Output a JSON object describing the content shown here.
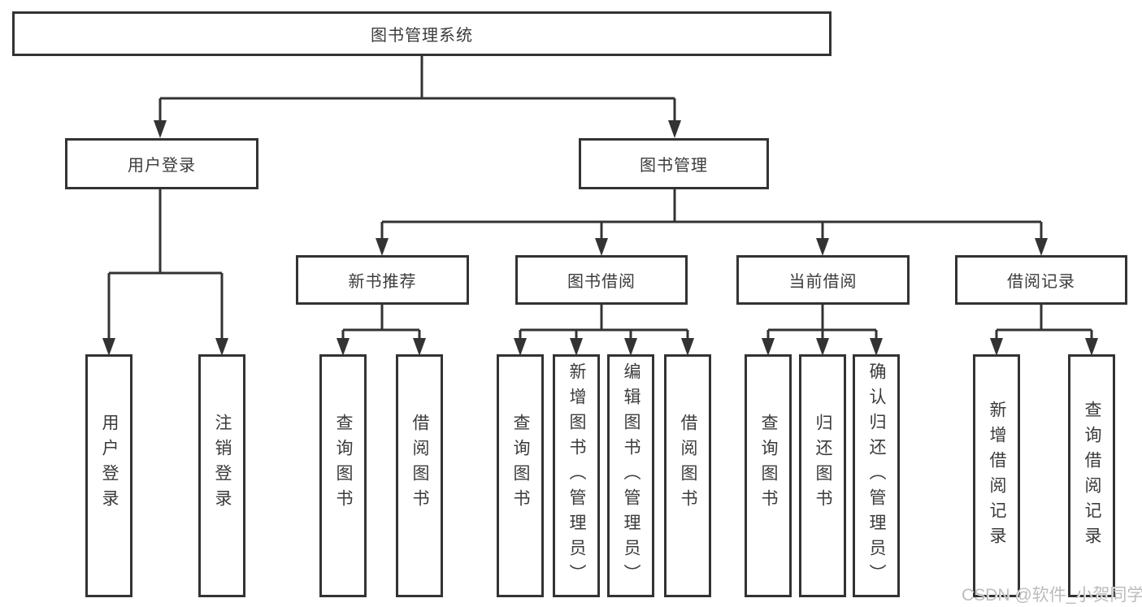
{
  "diagram": {
    "title": "图书管理系统",
    "nodes": {
      "root": {
        "label": "图书管理系统"
      },
      "user_login": {
        "label": "用户登录"
      },
      "book_mgmt": {
        "label": "图书管理"
      },
      "new_book_rec": {
        "label": "新书推荐"
      },
      "book_borrow": {
        "label": "图书借阅"
      },
      "current_borrow": {
        "label": "当前借阅"
      },
      "borrow_records": {
        "label": "借阅记录"
      },
      "leaf_user_login": {
        "label": "用户登录"
      },
      "leaf_logout": {
        "label": "注销登录"
      },
      "leaf_query_book_1": {
        "label": "查询图书"
      },
      "leaf_borrow_book_1": {
        "label": "借阅图书"
      },
      "leaf_query_book_2": {
        "label": "查询图书"
      },
      "leaf_add_book": {
        "label": "新增图书（管理员）"
      },
      "leaf_edit_book": {
        "label": "编辑图书（管理员）"
      },
      "leaf_borrow_book_2": {
        "label": "借阅图书"
      },
      "leaf_query_book_3": {
        "label": "查询图书"
      },
      "leaf_return_book": {
        "label": "归还图书"
      },
      "leaf_confirm_return": {
        "label": "确认归还（管理员）"
      },
      "leaf_add_record": {
        "label": "新增借阅记录"
      },
      "leaf_query_record": {
        "label": "查询借阅记录"
      }
    },
    "hierarchy": {
      "图书管理系统": {
        "用户登录": [
          "用户登录",
          "注销登录"
        ],
        "图书管理": {
          "新书推荐": [
            "查询图书",
            "借阅图书"
          ],
          "图书借阅": [
            "查询图书",
            "新增图书（管理员）",
            "编辑图书（管理员）",
            "借阅图书"
          ],
          "当前借阅": [
            "查询图书",
            "归还图书",
            "确认归还（管理员）"
          ],
          "借阅记录": [
            "新增借阅记录",
            "查询借阅记录"
          ]
        }
      }
    },
    "colors": {
      "line": "#333333",
      "text": "#3b3b3b",
      "background": "#ffffff",
      "watermark": "#bcbcbc"
    },
    "watermark": "CSDN @软件_小贺同学"
  }
}
